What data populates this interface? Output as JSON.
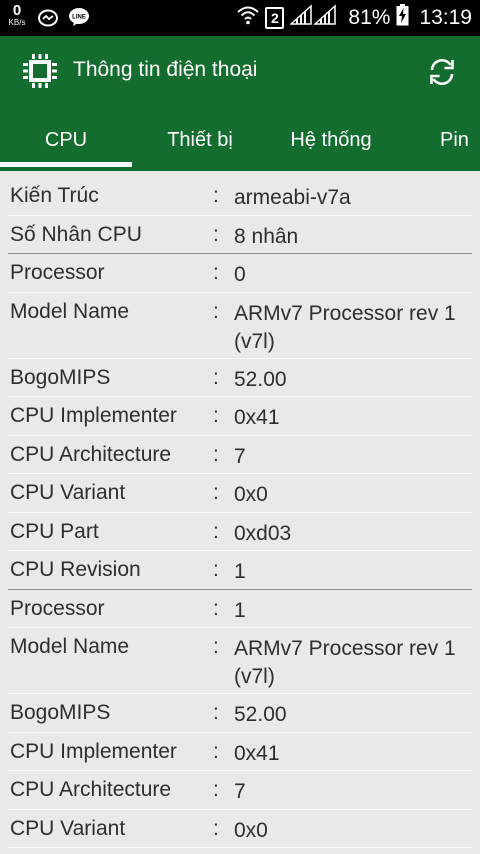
{
  "status_bar": {
    "speed_value": "0",
    "speed_unit": "KB/s",
    "line_label": "LINE",
    "sim_slot": "2",
    "battery": "81%",
    "time": "13:19"
  },
  "app_bar": {
    "title": "Thông tin điện thoại"
  },
  "tabs": [
    {
      "label": "CPU"
    },
    {
      "label": "Thiết bị"
    },
    {
      "label": "Hệ thống"
    },
    {
      "label": "Pin"
    }
  ],
  "rows": [
    {
      "label": "Kiến Trúc",
      "value": "armeabi-v7a"
    },
    {
      "label": "Số Nhân CPU",
      "value": "8 nhân"
    },
    {
      "label": "Processor",
      "value": "0"
    },
    {
      "label": "Model Name",
      "value": "ARMv7 Processor rev 1 (v7l)"
    },
    {
      "label": "BogoMIPS",
      "value": "52.00"
    },
    {
      "label": "CPU Implementer",
      "value": "0x41"
    },
    {
      "label": "CPU Architecture",
      "value": "7"
    },
    {
      "label": "CPU Variant",
      "value": "0x0"
    },
    {
      "label": "CPU Part",
      "value": "0xd03"
    },
    {
      "label": "CPU Revision",
      "value": "1"
    },
    {
      "label": "Processor",
      "value": "1"
    },
    {
      "label": "Model Name",
      "value": "ARMv7 Processor rev 1 (v7l)"
    },
    {
      "label": "BogoMIPS",
      "value": "52.00"
    },
    {
      "label": "CPU Implementer",
      "value": "0x41"
    },
    {
      "label": "CPU Architecture",
      "value": "7"
    },
    {
      "label": "CPU Variant",
      "value": "0x0"
    }
  ],
  "separator": ":",
  "colors": {
    "app_bar": "#136d2e",
    "status_bar": "#000000",
    "content_bg": "#e9e9e9",
    "text": "#2e2e2e"
  },
  "icons": {
    "app": "chip-icon",
    "refresh": "refresh-icon",
    "wifi": "wifi-icon",
    "signal": "signal-icon",
    "battery": "battery-charging-icon"
  }
}
